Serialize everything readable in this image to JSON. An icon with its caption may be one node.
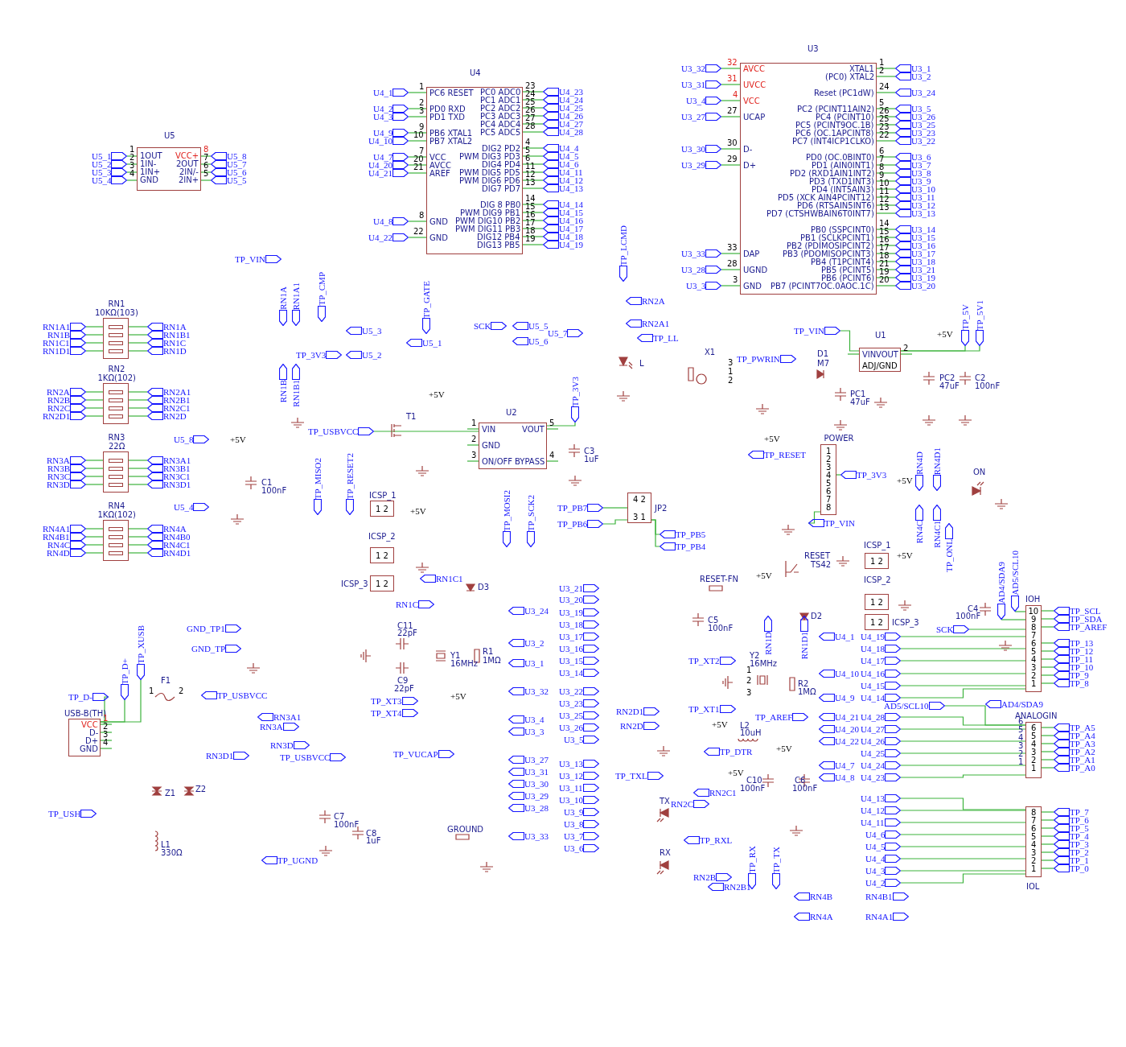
{
  "diagram": {
    "nodes": [
      {
        "text": [
          "U5",
          "1OUT",
          "1IN-",
          "1IN+",
          "GND",
          "VCC+",
          "2OUT",
          "2IN/-",
          "2IN+"
        ]
      },
      {
        "text": [
          "U4",
          "PC6 RESET",
          "PD0 RXD",
          "PD1 TXD",
          "PB6 XTAL1",
          "PB7 XTAL2",
          "VCC",
          "AVCC",
          "AREF",
          "GND",
          "GND",
          "PC0 ADC0",
          "PC1 ADC1",
          "PC2 ADC2",
          "PC3 ADC3",
          "PC4 ADC4",
          "PC5 ADC5",
          "DIG2 PD2",
          "PWM DIG3 PD3",
          "DIG4 PD4",
          "PWM DIG5 PD5",
          "PWM DIG6 PD6",
          "DIG7 PD7",
          "DIG 8 PB0",
          "PWM DIG9 PB1",
          "PWM DIG10 PB2",
          "PWM DIG11 PB3",
          "DIG12 PB4",
          "DIG13 PB5"
        ]
      },
      {
        "text": [
          "U3",
          "AVCC",
          "UVCC",
          "VCC",
          "UCAP",
          "D-",
          "D+",
          "DAP",
          "UGND",
          "GND",
          "XTAL1",
          "(PC0) XTAL2",
          "Reset (PC1dW)",
          "PC2 (PCINT11AIN2)",
          "PC4 (PCINT10)",
          "PC5 (PCINT9OC.1B)",
          "PC6 (OC.1APCINT8)",
          "PC7 (INT4ICP1CLKO)",
          "PD0 (OC.0BINT0)",
          "PD1 (AIN0INT1)",
          "PD2 (RXD1AIN1INT2)",
          "PD3 (TXD1INT3)",
          "PD4 (INT5AIN3)",
          "PD5 (XCK AIN4PCINT12)",
          "PD6 (RTSAIN5INT6)",
          "PD7 (CTSHWBAIN6T0INT7)",
          "PB0 (SSPCINT0)",
          "PB1 (SCLKPCINT1)",
          "PB2 (PDIMOSIPCINT2)",
          "PB3 (PDOMISOPCINT3)",
          "PB4 (T1PCINT4)",
          "PB5 (PCINT5)",
          "PB6 (PCINT6)",
          "PB7 (PCINT7OC.0AOC.1C)"
        ]
      },
      {
        "text": [
          "RN1",
          "10KΩ(103)"
        ]
      },
      {
        "text": [
          "RN2",
          "1KΩ(102)"
        ]
      },
      {
        "text": [
          "RN3",
          "22Ω"
        ]
      },
      {
        "text": [
          "RN4",
          "1KΩ(102)"
        ]
      },
      {
        "text": [
          "U2",
          "VIN",
          "GND",
          "ON/OFF",
          "VOUT",
          "BYPASS"
        ]
      },
      {
        "text": [
          "U1",
          "VIN",
          "VOUT",
          "ADJ/GND"
        ]
      },
      {
        "text": [
          "POWER",
          "1",
          "2",
          "3",
          "4",
          "5",
          "6",
          "7",
          "8"
        ]
      },
      {
        "text": [
          "IOH",
          "10",
          "9",
          "8",
          "7",
          "6",
          "5",
          "4",
          "3",
          "2",
          "1"
        ]
      },
      {
        "text": [
          "ANALOGIN",
          "6",
          "5",
          "4",
          "3",
          "2",
          "1"
        ]
      },
      {
        "text": [
          "8",
          "7",
          "6",
          "5",
          "4",
          "3",
          "2",
          "1",
          "IOL"
        ]
      },
      {
        "text": [
          "USB-B(TH)",
          "VCC",
          "D-",
          "D+",
          "GND"
        ]
      },
      {
        "text": [
          "ICSP_1",
          "1 2"
        ]
      },
      {
        "text": [
          "ICSP_2",
          "1 2"
        ]
      },
      {
        "text": [
          "ICSP_3",
          "1 2"
        ]
      },
      {
        "text": [
          "ICSP_1",
          "1 2"
        ]
      },
      {
        "text": [
          "ICSP_2",
          "1 2"
        ]
      },
      {
        "text": [
          "1 2",
          "ICSP_3"
        ]
      },
      {
        "text": [
          "JP2",
          "4 2",
          "3 1"
        ]
      },
      {
        "text": [
          "U5_1"
        ]
      },
      {
        "text": [
          "U5_2"
        ]
      },
      {
        "text": [
          "U5_3"
        ]
      },
      {
        "text": [
          "U5_4"
        ]
      },
      {
        "text": [
          "U5_8"
        ]
      },
      {
        "text": [
          "U5_7"
        ]
      },
      {
        "text": [
          "U5_6"
        ]
      },
      {
        "text": [
          "U5_5"
        ]
      },
      {
        "text": [
          "U4_1"
        ]
      },
      {
        "text": [
          "U4_2"
        ]
      },
      {
        "text": [
          "U4_3"
        ]
      },
      {
        "text": [
          "U4_9"
        ]
      },
      {
        "text": [
          "U4_10"
        ]
      },
      {
        "text": [
          "U4_7"
        ]
      },
      {
        "text": [
          "U4_20"
        ]
      },
      {
        "text": [
          "U4_21"
        ]
      },
      {
        "text": [
          "U4_8"
        ]
      },
      {
        "text": [
          "U4_22"
        ]
      },
      {
        "text": [
          "U4_23"
        ]
      },
      {
        "text": [
          "U4_24"
        ]
      },
      {
        "text": [
          "U4_25"
        ]
      },
      {
        "text": [
          "U4_26"
        ]
      },
      {
        "text": [
          "U4_27"
        ]
      },
      {
        "text": [
          "U4_28"
        ]
      },
      {
        "text": [
          "U4_4"
        ]
      },
      {
        "text": [
          "U4_5"
        ]
      },
      {
        "text": [
          "U4_6"
        ]
      },
      {
        "text": [
          "U4_11"
        ]
      },
      {
        "text": [
          "U4_12"
        ]
      },
      {
        "text": [
          "U4_13"
        ]
      },
      {
        "text": [
          "U4_14"
        ]
      },
      {
        "text": [
          "U4_15"
        ]
      },
      {
        "text": [
          "U4_16"
        ]
      },
      {
        "text": [
          "U4_17"
        ]
      },
      {
        "text": [
          "U4_18"
        ]
      },
      {
        "text": [
          "U4_19"
        ]
      },
      {
        "text": [
          "U3_32"
        ]
      },
      {
        "text": [
          "U3_31"
        ]
      },
      {
        "text": [
          "U3_4"
        ]
      },
      {
        "text": [
          "U3_27"
        ]
      },
      {
        "text": [
          "U3_30"
        ]
      },
      {
        "text": [
          "U3_29"
        ]
      },
      {
        "text": [
          "U3_33"
        ]
      },
      {
        "text": [
          "U3_28"
        ]
      },
      {
        "text": [
          "U3_3"
        ]
      },
      {
        "text": [
          "U3_1"
        ]
      },
      {
        "text": [
          "U3_2"
        ]
      },
      {
        "text": [
          "U3_24"
        ]
      },
      {
        "text": [
          "U3_5"
        ]
      },
      {
        "text": [
          "U3_26"
        ]
      },
      {
        "text": [
          "U3_25"
        ]
      },
      {
        "text": [
          "U3_23"
        ]
      },
      {
        "text": [
          "U3_22"
        ]
      },
      {
        "text": [
          "U3_6"
        ]
      },
      {
        "text": [
          "U3_7"
        ]
      },
      {
        "text": [
          "U3_8"
        ]
      },
      {
        "text": [
          "U3_9"
        ]
      },
      {
        "text": [
          "U3_10"
        ]
      },
      {
        "text": [
          "U3_11"
        ]
      },
      {
        "text": [
          "U3_12"
        ]
      },
      {
        "text": [
          "U3_13"
        ]
      },
      {
        "text": [
          "U3_14"
        ]
      },
      {
        "text": [
          "U3_15"
        ]
      },
      {
        "text": [
          "U3_16"
        ]
      },
      {
        "text": [
          "U3_17"
        ]
      },
      {
        "text": [
          "U3_18"
        ]
      },
      {
        "text": [
          "U3_21"
        ]
      },
      {
        "text": [
          "U3_19"
        ]
      },
      {
        "text": [
          "U3_20"
        ]
      },
      {
        "text": [
          "RN1A1"
        ]
      },
      {
        "text": [
          "RN1B"
        ]
      },
      {
        "text": [
          "RN1C1"
        ]
      },
      {
        "text": [
          "RN1D1"
        ]
      },
      {
        "text": [
          "RN1A"
        ]
      },
      {
        "text": [
          "RN1B1"
        ]
      },
      {
        "text": [
          "RN1C"
        ]
      },
      {
        "text": [
          "RN1D"
        ]
      },
      {
        "text": [
          "RN2A"
        ]
      },
      {
        "text": [
          "RN2B"
        ]
      },
      {
        "text": [
          "RN2C"
        ]
      },
      {
        "text": [
          "RN2D1"
        ]
      },
      {
        "text": [
          "RN2A1"
        ]
      },
      {
        "text": [
          "RN2B1"
        ]
      },
      {
        "text": [
          "RN2C1"
        ]
      },
      {
        "text": [
          "RN2D"
        ]
      },
      {
        "text": [
          "RN3A"
        ]
      },
      {
        "text": [
          "RN3B"
        ]
      },
      {
        "text": [
          "RN3C"
        ]
      },
      {
        "text": [
          "RN3D"
        ]
      },
      {
        "text": [
          "RN3A1"
        ]
      },
      {
        "text": [
          "RN3B1"
        ]
      },
      {
        "text": [
          "RN3C1"
        ]
      },
      {
        "text": [
          "RN3D1"
        ]
      },
      {
        "text": [
          "RN4A1"
        ]
      },
      {
        "text": [
          "RN4B1"
        ]
      },
      {
        "text": [
          "RN4C"
        ]
      },
      {
        "text": [
          "RN4D"
        ]
      },
      {
        "text": [
          "RN4A"
        ]
      },
      {
        "text": [
          "RN4B0"
        ]
      },
      {
        "text": [
          "RN4C1"
        ]
      },
      {
        "text": [
          "RN4D1"
        ]
      },
      {
        "text": [
          "TP_SCL"
        ]
      },
      {
        "text": [
          "TP_SDA"
        ]
      },
      {
        "text": [
          "TP_AREF"
        ]
      },
      {
        "text": [
          "TP_13"
        ]
      },
      {
        "text": [
          "TP_12"
        ]
      },
      {
        "text": [
          "TP_11"
        ]
      },
      {
        "text": [
          "TP_10"
        ]
      },
      {
        "text": [
          "TP_9"
        ]
      },
      {
        "text": [
          "TP_8"
        ]
      },
      {
        "text": [
          "AD4/SDA9"
        ]
      },
      {
        "text": [
          "AD5/SCL10"
        ]
      },
      {
        "text": [
          "SCK"
        ]
      },
      {
        "text": [
          "U4_19"
        ]
      },
      {
        "text": [
          "U4_18"
        ]
      },
      {
        "text": [
          "U4_17"
        ]
      },
      {
        "text": [
          "U4_16"
        ]
      },
      {
        "text": [
          "U4_15"
        ]
      },
      {
        "text": [
          "U4_14"
        ]
      },
      {
        "text": [
          "TP_A5"
        ]
      },
      {
        "text": [
          "TP_A4"
        ]
      },
      {
        "text": [
          "TP_A3"
        ]
      },
      {
        "text": [
          "TP_A2"
        ]
      },
      {
        "text": [
          "TP_A1"
        ]
      },
      {
        "text": [
          "TP_A0"
        ]
      },
      {
        "text": [
          "AD5/SCL10"
        ]
      },
      {
        "text": [
          "AD4/SDA9"
        ]
      },
      {
        "text": [
          "U4_28"
        ]
      },
      {
        "text": [
          "U4_27"
        ]
      },
      {
        "text": [
          "U4_26"
        ]
      },
      {
        "text": [
          "U4_25"
        ]
      },
      {
        "text": [
          "U4_24"
        ]
      },
      {
        "text": [
          "U4_23"
        ]
      },
      {
        "text": [
          "TP_7"
        ]
      },
      {
        "text": [
          "TP_6"
        ]
      },
      {
        "text": [
          "TP_5"
        ]
      },
      {
        "text": [
          "TP_4"
        ]
      },
      {
        "text": [
          "TP_3"
        ]
      },
      {
        "text": [
          "TP_2"
        ]
      },
      {
        "text": [
          "TP_1"
        ]
      },
      {
        "text": [
          "TP_0"
        ]
      },
      {
        "text": [
          "U4_13"
        ]
      },
      {
        "text": [
          "U4_12"
        ]
      },
      {
        "text": [
          "U4_11"
        ]
      },
      {
        "text": [
          "U4_6"
        ]
      },
      {
        "text": [
          "U4_5"
        ]
      },
      {
        "text": [
          "U4_4"
        ]
      },
      {
        "text": [
          "U4_3"
        ]
      },
      {
        "text": [
          "U4_2"
        ]
      },
      {
        "text": [
          "TP_RESET"
        ]
      },
      {
        "text": [
          "TP_3V3"
        ]
      },
      {
        "text": [
          "TP_VIN"
        ]
      },
      {
        "text": [
          "TP_VIN"
        ]
      },
      {
        "text": [
          "RN1A"
        ]
      },
      {
        "text": [
          "RN1A1"
        ]
      },
      {
        "text": [
          "TP_CMP"
        ]
      },
      {
        "text": [
          "U5_3"
        ]
      },
      {
        "text": [
          "U5_1"
        ]
      },
      {
        "text": [
          "TP_3V3"
        ]
      },
      {
        "text": [
          "U5_2"
        ]
      },
      {
        "text": [
          "RN1B"
        ]
      },
      {
        "text": [
          "RN1B1"
        ]
      },
      {
        "text": [
          "TP_GATE"
        ]
      },
      {
        "text": [
          "TP_USBVCC"
        ]
      },
      {
        "text": [
          "SCK"
        ]
      },
      {
        "text": [
          "U5_5"
        ]
      },
      {
        "text": [
          "U5_7"
        ]
      },
      {
        "text": [
          "U5_6"
        ]
      },
      {
        "text": [
          "TP_LCMD"
        ]
      },
      {
        "text": [
          "RN2A"
        ]
      },
      {
        "text": [
          "RN2A1"
        ]
      },
      {
        "text": [
          "TP_LL"
        ]
      },
      {
        "text": [
          "TP_3V3"
        ]
      },
      {
        "text": [
          "TP_VIN"
        ]
      },
      {
        "text": [
          "TP_PWRIN"
        ]
      },
      {
        "text": [
          "TP_5V"
        ]
      },
      {
        "text": [
          "TP_5V1"
        ]
      },
      {
        "text": [
          "U5_8"
        ]
      },
      {
        "text": [
          "U5_4"
        ]
      },
      {
        "text": [
          "TP_MISO2"
        ]
      },
      {
        "text": [
          "TP_RESET2"
        ]
      },
      {
        "text": [
          "RN1C1"
        ]
      },
      {
        "text": [
          "RN1C"
        ]
      },
      {
        "text": [
          "U3_24"
        ]
      },
      {
        "text": [
          "TP_MOSI2"
        ]
      },
      {
        "text": [
          "TP_SCK2"
        ]
      },
      {
        "text": [
          "TP_PB7"
        ]
      },
      {
        "text": [
          "TP_PB6"
        ]
      },
      {
        "text": [
          "TP_PB5"
        ]
      },
      {
        "text": [
          "TP_PB4"
        ]
      },
      {
        "text": [
          "U3_21"
        ]
      },
      {
        "text": [
          "U3_20"
        ]
      },
      {
        "text": [
          "U3_19"
        ]
      },
      {
        "text": [
          "U3_18"
        ]
      },
      {
        "text": [
          "U3_17"
        ]
      },
      {
        "text": [
          "U3_16"
        ]
      },
      {
        "text": [
          "U3_15"
        ]
      },
      {
        "text": [
          "U3_14"
        ]
      },
      {
        "text": [
          "U3_22"
        ]
      },
      {
        "text": [
          "U3_23"
        ]
      },
      {
        "text": [
          "U3_25"
        ]
      },
      {
        "text": [
          "U3_26"
        ]
      },
      {
        "text": [
          "U3_5"
        ]
      },
      {
        "text": [
          "U3_13"
        ]
      },
      {
        "text": [
          "U3_12"
        ]
      },
      {
        "text": [
          "U3_11"
        ]
      },
      {
        "text": [
          "U3_10"
        ]
      },
      {
        "text": [
          "U3_9"
        ]
      },
      {
        "text": [
          "U3_8"
        ]
      },
      {
        "text": [
          "U3_7"
        ]
      },
      {
        "text": [
          "U3_6"
        ]
      },
      {
        "text": [
          "U3_2"
        ]
      },
      {
        "text": [
          "U3_1"
        ]
      },
      {
        "text": [
          "U3_32"
        ]
      },
      {
        "text": [
          "U3_4"
        ]
      },
      {
        "text": [
          "U3_3"
        ]
      },
      {
        "text": [
          "U3_27"
        ]
      },
      {
        "text": [
          "U3_31"
        ]
      },
      {
        "text": [
          "U3_30"
        ]
      },
      {
        "text": [
          "U3_29"
        ]
      },
      {
        "text": [
          "U3_28"
        ]
      },
      {
        "text": [
          "U3_33"
        ]
      },
      {
        "text": [
          "GND_TP1"
        ]
      },
      {
        "text": [
          "GND_TP"
        ]
      },
      {
        "text": [
          "TP_D+"
        ]
      },
      {
        "text": [
          "TP_XUSB"
        ]
      },
      {
        "text": [
          "TP_D-"
        ]
      },
      {
        "text": [
          "TP_USBVCC"
        ]
      },
      {
        "text": [
          "TP_USH"
        ]
      },
      {
        "text": [
          "RN3A1"
        ]
      },
      {
        "text": [
          "RN3A"
        ]
      },
      {
        "text": [
          "RN3D"
        ]
      },
      {
        "text": [
          "RN3D1"
        ]
      },
      {
        "text": [
          "TP_USBVCC"
        ]
      },
      {
        "text": [
          "TP_VUCAP"
        ]
      },
      {
        "text": [
          "TP_UGND"
        ]
      },
      {
        "text": [
          "TP_XT3"
        ]
      },
      {
        "text": [
          "TP_XT4"
        ]
      },
      {
        "text": [
          "RN2D1"
        ]
      },
      {
        "text": [
          "RN2D"
        ]
      },
      {
        "text": [
          "TP_XT2"
        ]
      },
      {
        "text": [
          "TP_XT1"
        ]
      },
      {
        "text": [
          "TP_AREF"
        ]
      },
      {
        "text": [
          "U4_1"
        ]
      },
      {
        "text": [
          "U4_10"
        ]
      },
      {
        "text": [
          "U4_9"
        ]
      },
      {
        "text": [
          "U4_21"
        ]
      },
      {
        "text": [
          "U4_20"
        ]
      },
      {
        "text": [
          "U4_22"
        ]
      },
      {
        "text": [
          "U4_7"
        ]
      },
      {
        "text": [
          "U4_8"
        ]
      },
      {
        "text": [
          "TP_DTR"
        ]
      },
      {
        "text": [
          "TP_TXL"
        ]
      },
      {
        "text": [
          "RN2C1"
        ]
      },
      {
        "text": [
          "RN2C"
        ]
      },
      {
        "text": [
          "TP_RXL"
        ]
      },
      {
        "text": [
          "RN2B"
        ]
      },
      {
        "text": [
          "RN2B1"
        ]
      },
      {
        "text": [
          "TP_RX"
        ]
      },
      {
        "text": [
          "TP_TX"
        ]
      },
      {
        "text": [
          "RN4B"
        ]
      },
      {
        "text": [
          "RN4B1"
        ]
      },
      {
        "text": [
          "RN4A"
        ]
      },
      {
        "text": [
          "RN4A1"
        ]
      },
      {
        "text": [
          "RN1D"
        ]
      },
      {
        "text": [
          "RN1D1"
        ]
      },
      {
        "text": [
          "RN4D"
        ]
      },
      {
        "text": [
          "RN4D1"
        ]
      },
      {
        "text": [
          "RN4C"
        ]
      },
      {
        "text": [
          "RN4C1"
        ]
      },
      {
        "text": [
          "TP_ONL"
        ]
      }
    ],
    "edges": [
      {
        "from": 21,
        "to": 0,
        "arrow": "none"
      },
      {
        "from": 22,
        "to": 0,
        "arrow": "none"
      },
      {
        "from": 23,
        "to": 0,
        "arrow": "none"
      },
      {
        "from": 24,
        "to": 0,
        "arrow": "none"
      },
      {
        "from": 25,
        "to": 0,
        "arrow": "none"
      },
      {
        "from": 26,
        "to": 0,
        "arrow": "none"
      },
      {
        "from": 27,
        "to": 0,
        "arrow": "none"
      },
      {
        "from": 28,
        "to": 0,
        "arrow": "none"
      },
      {
        "from": 29,
        "to": 1,
        "arrow": "none"
      },
      {
        "from": 30,
        "to": 1,
        "arrow": "none"
      },
      {
        "from": 31,
        "to": 1,
        "arrow": "none"
      },
      {
        "from": 32,
        "to": 1,
        "arrow": "none"
      },
      {
        "from": 33,
        "to": 1,
        "arrow": "none"
      },
      {
        "from": 34,
        "to": 1,
        "arrow": "none"
      },
      {
        "from": 35,
        "to": 1,
        "arrow": "none"
      },
      {
        "from": 36,
        "to": 1,
        "arrow": "none"
      },
      {
        "from": 37,
        "to": 1,
        "arrow": "none"
      },
      {
        "from": 38,
        "to": 1,
        "arrow": "none"
      },
      {
        "from": 39,
        "to": 1,
        "arrow": "none"
      },
      {
        "from": 40,
        "to": 1,
        "arrow": "none"
      },
      {
        "from": 41,
        "to": 1,
        "arrow": "none"
      },
      {
        "from": 42,
        "to": 1,
        "arrow": "none"
      },
      {
        "from": 43,
        "to": 1,
        "arrow": "none"
      },
      {
        "from": 44,
        "to": 1,
        "arrow": "none"
      },
      {
        "from": 45,
        "to": 1,
        "arrow": "none"
      },
      {
        "from": 46,
        "to": 1,
        "arrow": "none"
      },
      {
        "from": 47,
        "to": 1,
        "arrow": "none"
      },
      {
        "from": 48,
        "to": 1,
        "arrow": "none"
      },
      {
        "from": 49,
        "to": 1,
        "arrow": "none"
      },
      {
        "from": 50,
        "to": 1,
        "arrow": "none"
      },
      {
        "from": 51,
        "to": 1,
        "arrow": "none"
      },
      {
        "from": 52,
        "to": 1,
        "arrow": "none"
      },
      {
        "from": 53,
        "to": 1,
        "arrow": "none"
      },
      {
        "from": 54,
        "to": 1,
        "arrow": "none"
      },
      {
        "from": 55,
        "to": 1,
        "arrow": "none"
      },
      {
        "from": 56,
        "to": 1,
        "arrow": "none"
      },
      {
        "from": 57,
        "to": 2,
        "arrow": "none"
      },
      {
        "from": 58,
        "to": 2,
        "arrow": "none"
      },
      {
        "from": 59,
        "to": 2,
        "arrow": "none"
      },
      {
        "from": 60,
        "to": 2,
        "arrow": "none"
      },
      {
        "from": 61,
        "to": 2,
        "arrow": "none"
      },
      {
        "from": 62,
        "to": 2,
        "arrow": "none"
      },
      {
        "from": 63,
        "to": 2,
        "arrow": "none"
      },
      {
        "from": 64,
        "to": 2,
        "arrow": "none"
      },
      {
        "from": 65,
        "to": 2,
        "arrow": "none"
      },
      {
        "from": 66,
        "to": 2,
        "arrow": "none"
      },
      {
        "from": 67,
        "to": 2,
        "arrow": "none"
      },
      {
        "from": 68,
        "to": 2,
        "arrow": "none"
      },
      {
        "from": 69,
        "to": 2,
        "arrow": "none"
      },
      {
        "from": 70,
        "to": 2,
        "arrow": "none"
      },
      {
        "from": 71,
        "to": 2,
        "arrow": "none"
      },
      {
        "from": 72,
        "to": 2,
        "arrow": "none"
      },
      {
        "from": 73,
        "to": 2,
        "arrow": "none"
      },
      {
        "from": 74,
        "to": 2,
        "arrow": "none"
      },
      {
        "from": 75,
        "to": 2,
        "arrow": "none"
      },
      {
        "from": 76,
        "to": 2,
        "arrow": "none"
      },
      {
        "from": 77,
        "to": 2,
        "arrow": "none"
      },
      {
        "from": 78,
        "to": 2,
        "arrow": "none"
      },
      {
        "from": 79,
        "to": 2,
        "arrow": "none"
      },
      {
        "from": 80,
        "to": 2,
        "arrow": "none"
      },
      {
        "from": 81,
        "to": 2,
        "arrow": "none"
      },
      {
        "from": 82,
        "to": 2,
        "arrow": "none"
      },
      {
        "from": 83,
        "to": 2,
        "arrow": "none"
      },
      {
        "from": 84,
        "to": 2,
        "arrow": "none"
      },
      {
        "from": 85,
        "to": 2,
        "arrow": "none"
      },
      {
        "from": 86,
        "to": 2,
        "arrow": "none"
      },
      {
        "from": 87,
        "to": 2,
        "arrow": "none"
      },
      {
        "from": 88,
        "to": 2,
        "arrow": "none"
      },
      {
        "from": 89,
        "to": 2,
        "arrow": "none"
      },
      {
        "from": 90,
        "to": 3,
        "arrow": "none"
      },
      {
        "from": 91,
        "to": 3,
        "arrow": "none"
      },
      {
        "from": 92,
        "to": 3,
        "arrow": "none"
      },
      {
        "from": 93,
        "to": 3,
        "arrow": "none"
      },
      {
        "from": 94,
        "to": 3,
        "arrow": "none"
      },
      {
        "from": 95,
        "to": 3,
        "arrow": "none"
      },
      {
        "from": 96,
        "to": 3,
        "arrow": "none"
      },
      {
        "from": 97,
        "to": 3,
        "arrow": "none"
      },
      {
        "from": 98,
        "to": 4,
        "arrow": "none"
      },
      {
        "from": 99,
        "to": 4,
        "arrow": "none"
      },
      {
        "from": 100,
        "to": 4,
        "arrow": "none"
      },
      {
        "from": 101,
        "to": 4,
        "arrow": "none"
      },
      {
        "from": 102,
        "to": 4,
        "arrow": "none"
      },
      {
        "from": 103,
        "to": 4,
        "arrow": "none"
      },
      {
        "from": 104,
        "to": 4,
        "arrow": "none"
      },
      {
        "from": 105,
        "to": 4,
        "arrow": "none"
      },
      {
        "from": 106,
        "to": 5,
        "arrow": "none"
      },
      {
        "from": 107,
        "to": 5,
        "arrow": "none"
      },
      {
        "from": 108,
        "to": 5,
        "arrow": "none"
      },
      {
        "from": 109,
        "to": 5,
        "arrow": "none"
      },
      {
        "from": 110,
        "to": 5,
        "arrow": "none"
      },
      {
        "from": 111,
        "to": 5,
        "arrow": "none"
      },
      {
        "from": 112,
        "to": 5,
        "arrow": "none"
      },
      {
        "from": 113,
        "to": 5,
        "arrow": "none"
      },
      {
        "from": 114,
        "to": 6,
        "arrow": "none"
      },
      {
        "from": 115,
        "to": 6,
        "arrow": "none"
      },
      {
        "from": 116,
        "to": 6,
        "arrow": "none"
      },
      {
        "from": 117,
        "to": 6,
        "arrow": "none"
      },
      {
        "from": 118,
        "to": 6,
        "arrow": "none"
      },
      {
        "from": 119,
        "to": 6,
        "arrow": "none"
      },
      {
        "from": 120,
        "to": 6,
        "arrow": "none"
      },
      {
        "from": 121,
        "to": 6,
        "arrow": "none"
      },
      {
        "from": 122,
        "to": 10,
        "arrow": "none"
      },
      {
        "from": 123,
        "to": 10,
        "arrow": "none"
      },
      {
        "from": 124,
        "to": 10,
        "arrow": "none"
      },
      {
        "from": 125,
        "to": 10,
        "arrow": "none"
      },
      {
        "from": 126,
        "to": 10,
        "arrow": "none"
      },
      {
        "from": 127,
        "to": 10,
        "arrow": "none"
      },
      {
        "from": 128,
        "to": 10,
        "arrow": "none"
      },
      {
        "from": 129,
        "to": 10,
        "arrow": "none"
      },
      {
        "from": 130,
        "to": 10,
        "arrow": "none"
      },
      {
        "from": 131,
        "to": 10,
        "arrow": "none"
      },
      {
        "from": 132,
        "to": 10,
        "arrow": "none"
      },
      {
        "from": 133,
        "to": 10,
        "arrow": "none"
      },
      {
        "from": 134,
        "to": 10,
        "arrow": "none"
      },
      {
        "from": 135,
        "to": 10,
        "arrow": "none"
      },
      {
        "from": 136,
        "to": 10,
        "arrow": "none"
      },
      {
        "from": 137,
        "to": 10,
        "arrow": "none"
      },
      {
        "from": 138,
        "to": 10,
        "arrow": "none"
      },
      {
        "from": 139,
        "to": 10,
        "arrow": "none"
      },
      {
        "from": 140,
        "to": 11,
        "arrow": "none"
      },
      {
        "from": 141,
        "to": 11,
        "arrow": "none"
      },
      {
        "from": 142,
        "to": 11,
        "arrow": "none"
      },
      {
        "from": 143,
        "to": 11,
        "arrow": "none"
      },
      {
        "from": 144,
        "to": 11,
        "arrow": "none"
      },
      {
        "from": 145,
        "to": 11,
        "arrow": "none"
      },
      {
        "from": 146,
        "to": 11,
        "arrow": "none"
      },
      {
        "from": 148,
        "to": 11,
        "arrow": "none"
      },
      {
        "from": 149,
        "to": 11,
        "arrow": "none"
      },
      {
        "from": 150,
        "to": 11,
        "arrow": "none"
      },
      {
        "from": 151,
        "to": 11,
        "arrow": "none"
      },
      {
        "from": 152,
        "to": 11,
        "arrow": "none"
      },
      {
        "from": 153,
        "to": 11,
        "arrow": "none"
      },
      {
        "from": 154,
        "to": 12,
        "arrow": "none"
      },
      {
        "from": 155,
        "to": 12,
        "arrow": "none"
      },
      {
        "from": 156,
        "to": 12,
        "arrow": "none"
      },
      {
        "from": 157,
        "to": 12,
        "arrow": "none"
      },
      {
        "from": 158,
        "to": 12,
        "arrow": "none"
      },
      {
        "from": 159,
        "to": 12,
        "arrow": "none"
      },
      {
        "from": 160,
        "to": 12,
        "arrow": "none"
      },
      {
        "from": 161,
        "to": 12,
        "arrow": "none"
      },
      {
        "from": 162,
        "to": 12,
        "arrow": "none"
      },
      {
        "from": 163,
        "to": 12,
        "arrow": "none"
      },
      {
        "from": 164,
        "to": 12,
        "arrow": "none"
      },
      {
        "from": 165,
        "to": 12,
        "arrow": "none"
      },
      {
        "from": 166,
        "to": 12,
        "arrow": "none"
      },
      {
        "from": 167,
        "to": 12,
        "arrow": "none"
      },
      {
        "from": 168,
        "to": 12,
        "arrow": "none"
      },
      {
        "from": 169,
        "to": 12,
        "arrow": "none"
      },
      {
        "from": 171,
        "to": 9,
        "arrow": "none"
      },
      {
        "from": 172,
        "to": 9,
        "arrow": "none"
      },
      {
        "from": 184,
        "to": 7,
        "arrow": "none"
      },
      {
        "from": 193,
        "to": 7,
        "arrow": "none"
      },
      {
        "from": 194,
        "to": 8,
        "arrow": "none"
      },
      {
        "from": 196,
        "to": 8,
        "arrow": "none"
      },
      {
        "from": 197,
        "to": 8,
        "arrow": "none"
      },
      {
        "from": 207,
        "to": 20,
        "arrow": "none"
      },
      {
        "from": 208,
        "to": 20,
        "arrow": "none"
      },
      {
        "from": 209,
        "to": 20,
        "arrow": "none"
      },
      {
        "from": 210,
        "to": 20,
        "arrow": "none"
      },
      {
        "from": 245,
        "to": 13,
        "arrow": "none"
      },
      {
        "from": 246,
        "to": 13,
        "arrow": "none"
      },
      {
        "from": 247,
        "to": 13,
        "arrow": "none"
      }
    ],
    "labels": [
      "1",
      "2",
      "3",
      "4",
      "8",
      "7",
      "6",
      "5",
      "1",
      "2",
      "3",
      "9",
      "10",
      "7",
      "20",
      "21",
      "8",
      "22",
      "23",
      "24",
      "25",
      "26",
      "27",
      "28",
      "4",
      "5",
      "6",
      "11",
      "12",
      "13",
      "14",
      "15",
      "16",
      "17",
      "18",
      "19",
      "32",
      "31",
      "4",
      "27",
      "30",
      "29",
      "33",
      "28",
      "3",
      "1",
      "2",
      "24",
      "5",
      "26",
      "25",
      "23",
      "22",
      "6",
      "7",
      "8",
      "9",
      "10",
      "11",
      "12",
      "13",
      "14",
      "15",
      "16",
      "17",
      "18",
      "21",
      "19",
      "20",
      "1",
      "2",
      "3",
      "5",
      "4",
      "2",
      "6",
      "5",
      "4",
      "3",
      "2",
      "1",
      "1",
      "2",
      "3",
      "4",
      "+5V",
      "T1",
      "+5V",
      "C1",
      "100nF",
      "C3",
      "1uF",
      "L",
      "X1",
      "3",
      "1",
      "2",
      "D1",
      "M7",
      "PC1",
      "47uF",
      "+5V",
      "PC2",
      "47uF",
      "C2",
      "100nF",
      "+5V",
      "D3",
      "+5V",
      "ON",
      "+5V",
      "RESET",
      "TS42",
      "+5V",
      "RESET-FN",
      "+5V",
      "C5",
      "100nF",
      "D2",
      "C4",
      "100nF",
      "Y2",
      "16MHz",
      "1",
      "2",
      "3",
      "R2",
      "1MΩ",
      "+5V",
      "L2",
      "10uH",
      "+5V",
      "+5V",
      "C10",
      "100nF",
      "C6",
      "100nF",
      "TX",
      "RX",
      "C11",
      "22pF",
      "C9",
      "22pF",
      "Y1",
      "16MHz",
      "R1",
      "1MΩ",
      "+5V",
      "F1",
      "1",
      "2",
      "Z1",
      "Z2",
      "L1",
      "330Ω",
      "C7",
      "100nF",
      "C8",
      "1uF",
      "GROUND"
    ]
  }
}
